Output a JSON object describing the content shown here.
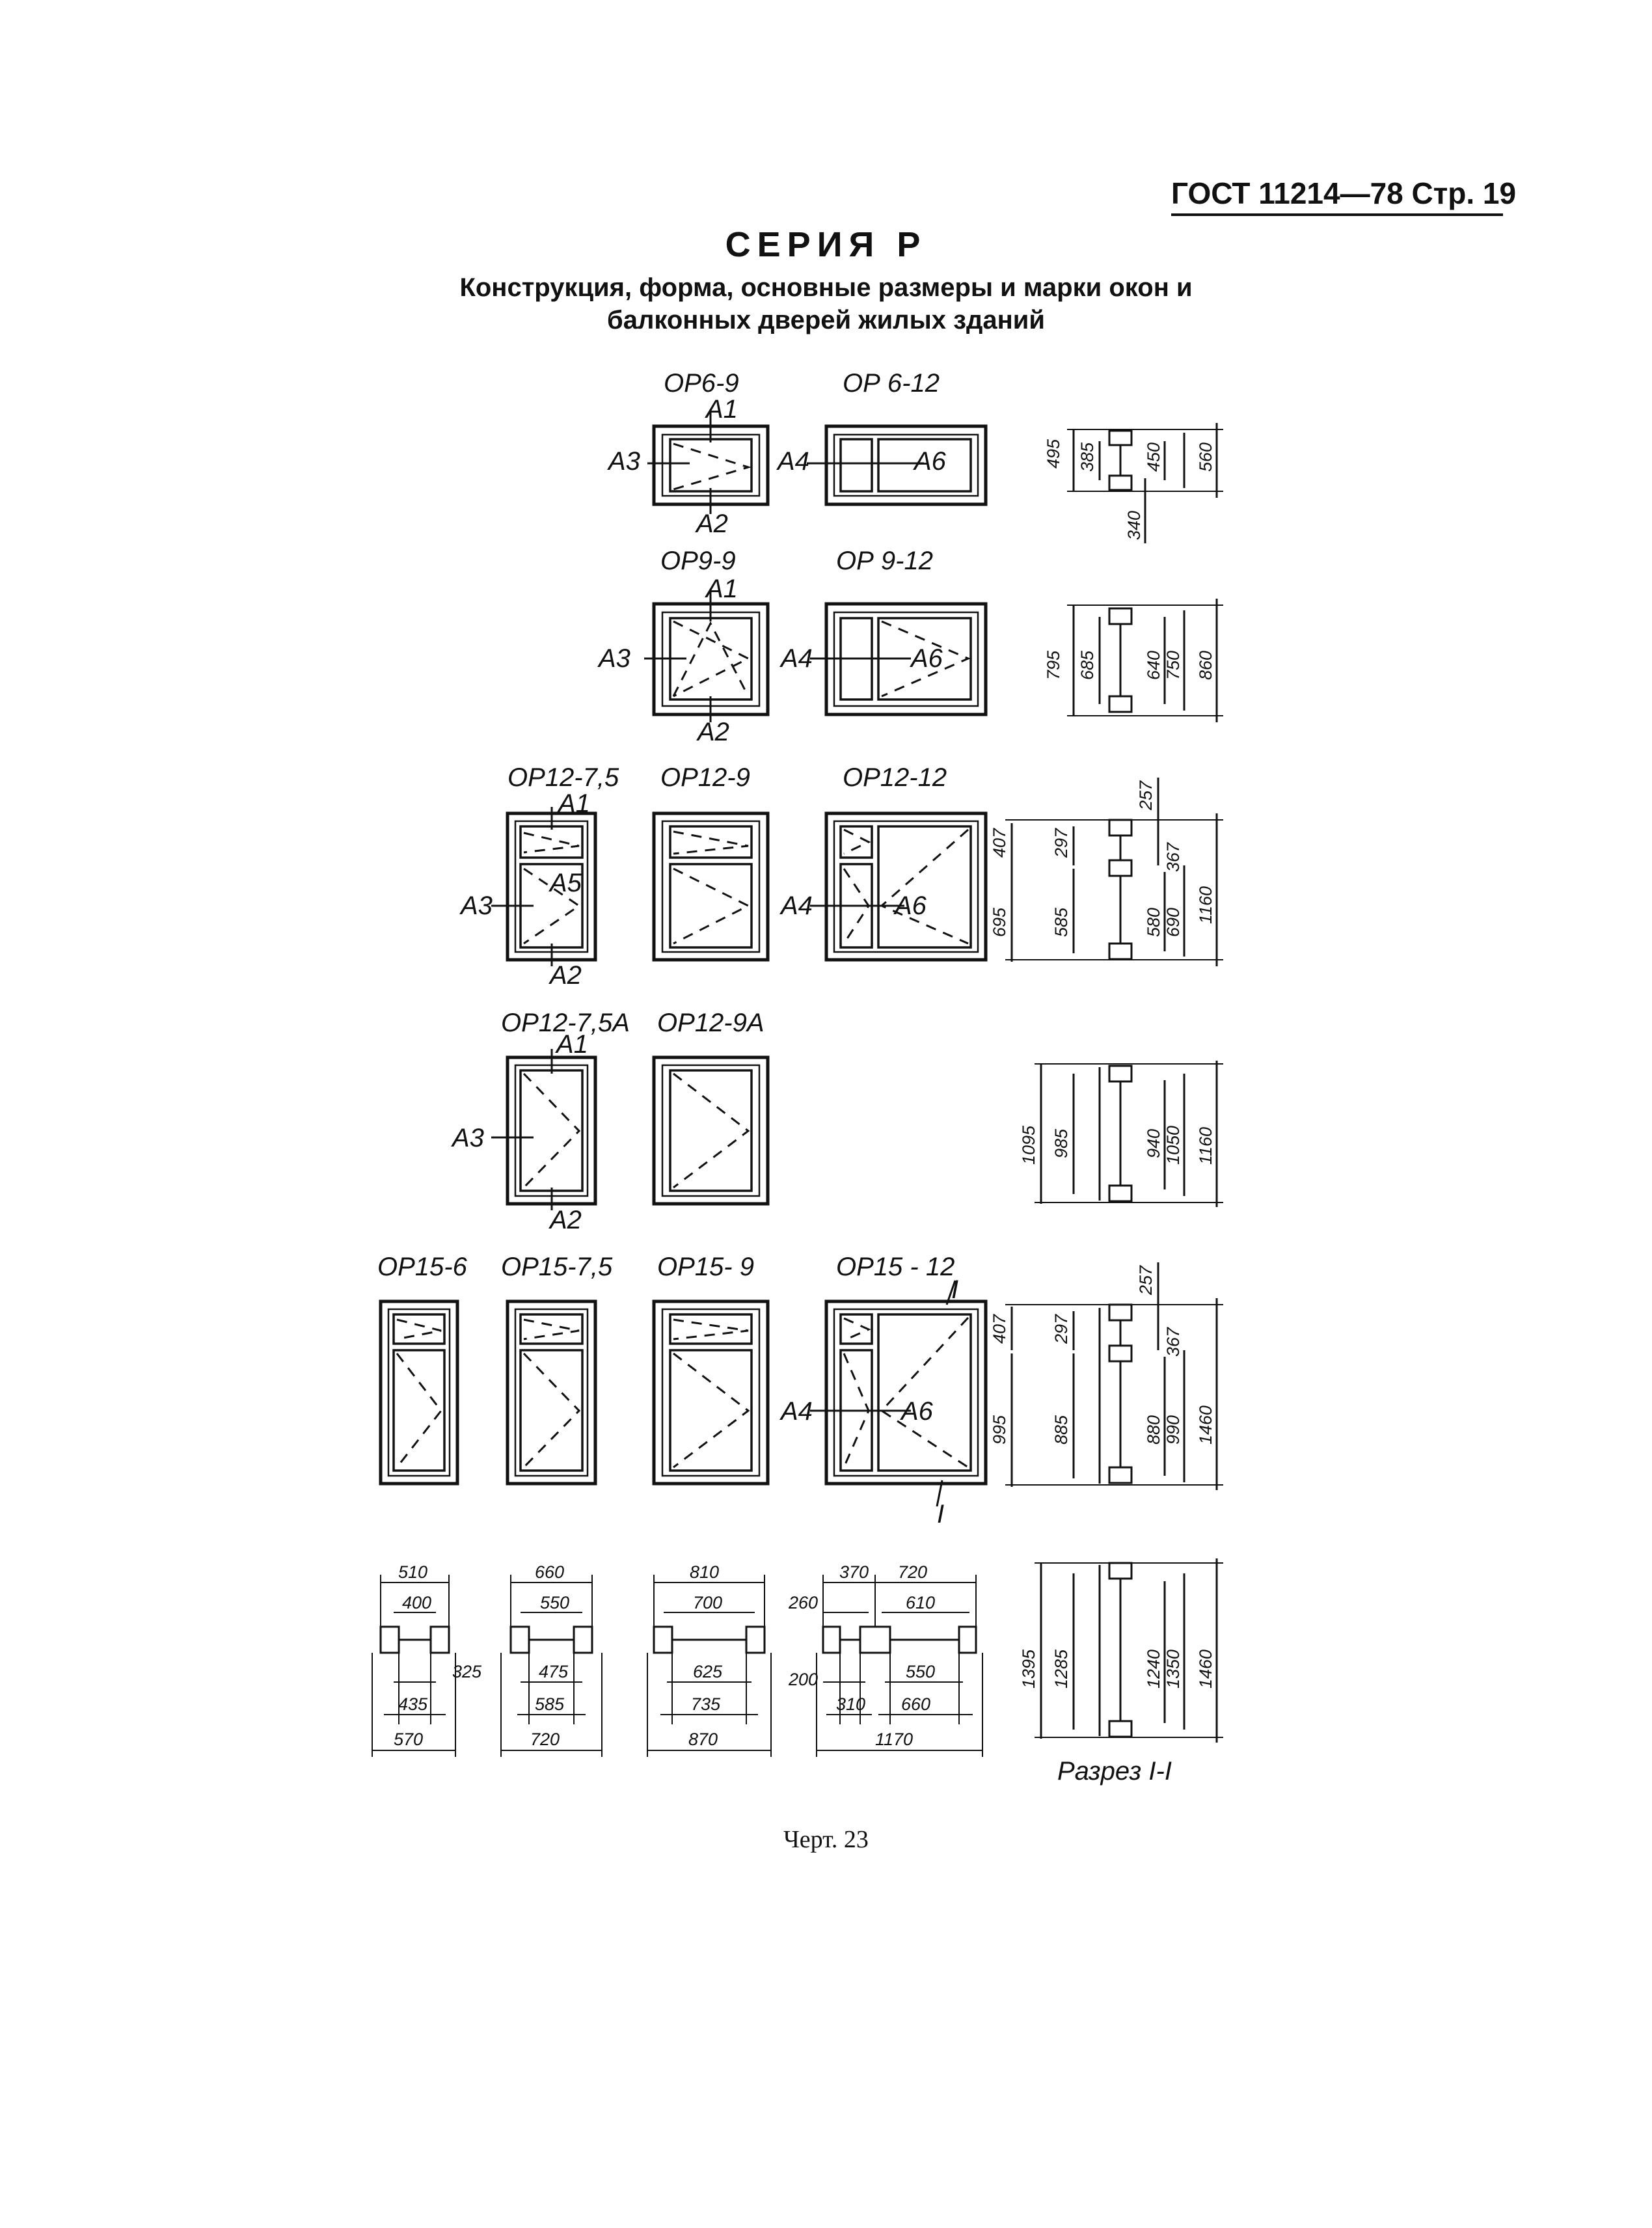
{
  "header": {
    "standard": "ГОСТ 11214—78 Стр. 19",
    "series": "СЕРИЯ Р",
    "title_line1": "Конструкция, форма, основные размеры и марки окон и",
    "title_line2": "балконных дверей жилых зданий"
  },
  "windows": {
    "op6_9": "ОР6-9",
    "op6_12": "ОР 6-12",
    "op9_9": "ОР9-9",
    "op9_12": "ОР 9-12",
    "op12_75": "ОР12-7,5",
    "op12_9": "ОР12-9",
    "op12_12": "ОР12-12",
    "op12_75a": "ОР12-7,5А",
    "op12_9a": "ОР12-9А",
    "op15_6": "ОР15-6",
    "op15_75": "ОР15-7,5",
    "op15_9": "ОР15- 9",
    "op15_12": "ОР15 - 12"
  },
  "nodes": {
    "a1": "А1",
    "a2": "А2",
    "a3": "А3",
    "a4": "А4",
    "a5": "А5",
    "a6": "А6",
    "cut_mark": "I"
  },
  "sections": {
    "r1": [
      "495",
      "385",
      "450",
      "560",
      "340"
    ],
    "r2": [
      "795",
      "685",
      "640",
      "750",
      "860"
    ],
    "r3": [
      "407",
      "297",
      "257",
      "367",
      "695",
      "585",
      "580",
      "690",
      "1160"
    ],
    "r4": [
      "1095",
      "985",
      "940",
      "1050",
      "1160"
    ],
    "r5": [
      "407",
      "297",
      "257",
      "367",
      "995",
      "885",
      "880",
      "990",
      "1460"
    ],
    "r6": [
      "1395",
      "1285",
      "1240",
      "1350",
      "1460"
    ],
    "section_label": "Разрез I-I"
  },
  "plan_dims": {
    "p1": [
      "510",
      "400",
      "325",
      "435",
      "570"
    ],
    "p2": [
      "660",
      "550",
      "475",
      "585",
      "720"
    ],
    "p3": [
      "810",
      "700",
      "625",
      "735",
      "870"
    ],
    "p4": [
      "370",
      "720",
      "260",
      "610",
      "200",
      "550",
      "310",
      "660",
      "1170"
    ]
  },
  "caption": "Черт. 23"
}
